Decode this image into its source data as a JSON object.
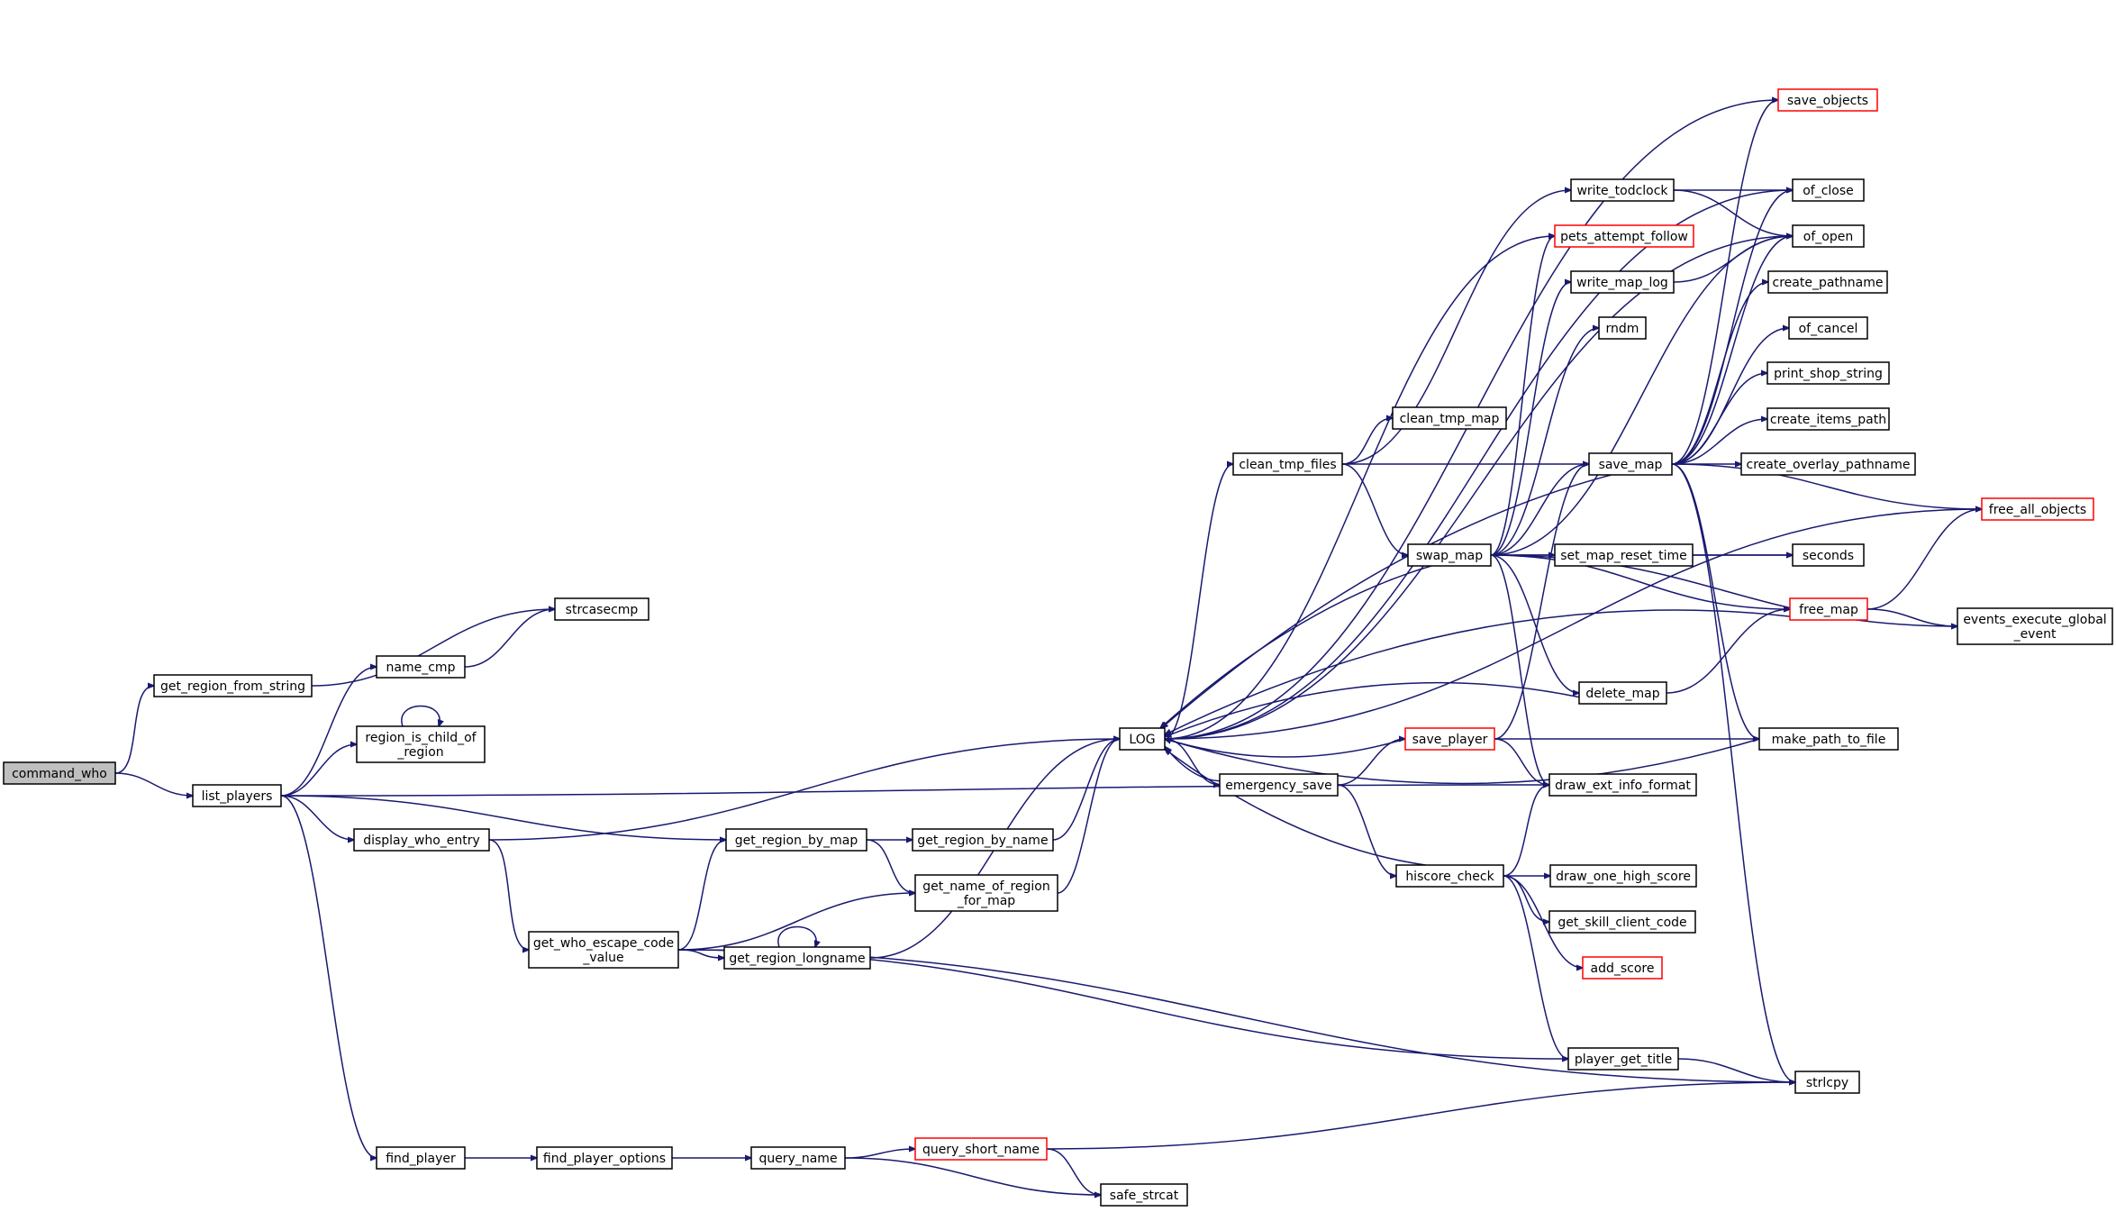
{
  "diagram": {
    "type": "call-graph",
    "colors": {
      "edge": "#191970",
      "node_border": "#000000",
      "truncated_border": "#ff0000",
      "current_fill": "#bfbfbf",
      "background": "#ffffff"
    },
    "nodes": [
      {
        "id": "command_who",
        "lines": [
          "command_who"
        ],
        "current": true
      },
      {
        "id": "get_region_from_string",
        "lines": [
          "get_region_from_string"
        ]
      },
      {
        "id": "strcasecmp",
        "lines": [
          "strcasecmp"
        ]
      },
      {
        "id": "list_players",
        "lines": [
          "list_players"
        ]
      },
      {
        "id": "name_cmp",
        "lines": [
          "name_cmp"
        ]
      },
      {
        "id": "region_is_child_of_region",
        "lines": [
          "region_is_child_of",
          "_region"
        ]
      },
      {
        "id": "display_who_entry",
        "lines": [
          "display_who_entry"
        ]
      },
      {
        "id": "get_who_escape_code_value",
        "lines": [
          "get_who_escape_code",
          "_value"
        ]
      },
      {
        "id": "find_player",
        "lines": [
          "find_player"
        ]
      },
      {
        "id": "find_player_options",
        "lines": [
          "find_player_options"
        ]
      },
      {
        "id": "query_name",
        "lines": [
          "query_name"
        ]
      },
      {
        "id": "query_short_name",
        "lines": [
          "query_short_name"
        ],
        "truncated": true
      },
      {
        "id": "safe_strcat",
        "lines": [
          "safe_strcat"
        ]
      },
      {
        "id": "get_region_by_map",
        "lines": [
          "get_region_by_map"
        ]
      },
      {
        "id": "get_region_by_name",
        "lines": [
          "get_region_by_name"
        ]
      },
      {
        "id": "get_name_of_region_for_map",
        "lines": [
          "get_name_of_region",
          "_for_map"
        ]
      },
      {
        "id": "get_region_longname",
        "lines": [
          "get_region_longname"
        ]
      },
      {
        "id": "LOG",
        "lines": [
          "LOG"
        ]
      },
      {
        "id": "emergency_save",
        "lines": [
          "emergency_save"
        ]
      },
      {
        "id": "clean_tmp_files",
        "lines": [
          "clean_tmp_files"
        ]
      },
      {
        "id": "clean_tmp_map",
        "lines": [
          "clean_tmp_map"
        ]
      },
      {
        "id": "swap_map",
        "lines": [
          "swap_map"
        ]
      },
      {
        "id": "hiscore_check",
        "lines": [
          "hiscore_check"
        ]
      },
      {
        "id": "save_player",
        "lines": [
          "save_player"
        ],
        "truncated": true
      },
      {
        "id": "save_objects",
        "lines": [
          "save_objects"
        ],
        "truncated": true
      },
      {
        "id": "write_todclock",
        "lines": [
          "write_todclock"
        ]
      },
      {
        "id": "pets_attempt_follow",
        "lines": [
          "pets_attempt_follow"
        ],
        "truncated": true
      },
      {
        "id": "write_map_log",
        "lines": [
          "write_map_log"
        ]
      },
      {
        "id": "rndm",
        "lines": [
          "rndm"
        ]
      },
      {
        "id": "save_map",
        "lines": [
          "save_map"
        ]
      },
      {
        "id": "set_map_reset_time",
        "lines": [
          "set_map_reset_time"
        ]
      },
      {
        "id": "delete_map",
        "lines": [
          "delete_map"
        ]
      },
      {
        "id": "draw_ext_info_format",
        "lines": [
          "draw_ext_info_format"
        ]
      },
      {
        "id": "draw_one_high_score",
        "lines": [
          "draw_one_high_score"
        ]
      },
      {
        "id": "get_skill_client_code",
        "lines": [
          "get_skill_client_code"
        ]
      },
      {
        "id": "add_score",
        "lines": [
          "add_score"
        ],
        "truncated": true
      },
      {
        "id": "player_get_title",
        "lines": [
          "player_get_title"
        ]
      },
      {
        "id": "of_close",
        "lines": [
          "of_close"
        ]
      },
      {
        "id": "of_open",
        "lines": [
          "of_open"
        ]
      },
      {
        "id": "create_pathname",
        "lines": [
          "create_pathname"
        ]
      },
      {
        "id": "of_cancel",
        "lines": [
          "of_cancel"
        ]
      },
      {
        "id": "print_shop_string",
        "lines": [
          "print_shop_string"
        ]
      },
      {
        "id": "create_items_path",
        "lines": [
          "create_items_path"
        ]
      },
      {
        "id": "create_overlay_pathname",
        "lines": [
          "create_overlay_pathname"
        ]
      },
      {
        "id": "free_all_objects",
        "lines": [
          "free_all_objects"
        ],
        "truncated": true
      },
      {
        "id": "seconds",
        "lines": [
          "seconds"
        ]
      },
      {
        "id": "events_execute_global_event",
        "lines": [
          "events_execute_global",
          "_event"
        ]
      },
      {
        "id": "free_map",
        "lines": [
          "free_map"
        ],
        "truncated": true
      },
      {
        "id": "make_path_to_file",
        "lines": [
          "make_path_to_file"
        ]
      },
      {
        "id": "strlcpy",
        "lines": [
          "strlcpy"
        ]
      }
    ],
    "edges": [
      [
        "command_who",
        "get_region_from_string"
      ],
      [
        "command_who",
        "list_players"
      ],
      [
        "get_region_from_string",
        "strcasecmp"
      ],
      [
        "list_players",
        "name_cmp"
      ],
      [
        "list_players",
        "region_is_child_of_region"
      ],
      [
        "list_players",
        "display_who_entry"
      ],
      [
        "list_players",
        "get_region_by_map"
      ],
      [
        "list_players",
        "find_player"
      ],
      [
        "list_players",
        "draw_ext_info_format"
      ],
      [
        "name_cmp",
        "strcasecmp"
      ],
      [
        "region_is_child_of_region",
        "region_is_child_of_region"
      ],
      [
        "display_who_entry",
        "LOG"
      ],
      [
        "display_who_entry",
        "get_who_escape_code_value"
      ],
      [
        "get_who_escape_code_value",
        "get_region_by_map"
      ],
      [
        "get_who_escape_code_value",
        "get_name_of_region_for_map"
      ],
      [
        "get_who_escape_code_value",
        "get_region_longname"
      ],
      [
        "get_who_escape_code_value",
        "player_get_title"
      ],
      [
        "get_who_escape_code_value",
        "strlcpy"
      ],
      [
        "find_player",
        "find_player_options"
      ],
      [
        "find_player_options",
        "query_name"
      ],
      [
        "query_name",
        "query_short_name"
      ],
      [
        "query_name",
        "safe_strcat"
      ],
      [
        "query_short_name",
        "safe_strcat"
      ],
      [
        "query_short_name",
        "strlcpy"
      ],
      [
        "get_region_by_map",
        "get_region_by_name"
      ],
      [
        "get_region_by_map",
        "get_name_of_region_for_map"
      ],
      [
        "get_region_by_name",
        "LOG"
      ],
      [
        "get_name_of_region_for_map",
        "LOG"
      ],
      [
        "get_region_longname",
        "get_region_longname"
      ],
      [
        "get_region_longname",
        "LOG"
      ],
      [
        "LOG",
        "clean_tmp_files"
      ],
      [
        "LOG",
        "emergency_save"
      ],
      [
        "LOG",
        "pets_attempt_follow"
      ],
      [
        "LOG",
        "save_objects"
      ],
      [
        "LOG",
        "of_close"
      ],
      [
        "LOG",
        "of_open"
      ],
      [
        "LOG",
        "free_all_objects"
      ],
      [
        "emergency_save",
        "LOG"
      ],
      [
        "emergency_save",
        "save_player"
      ],
      [
        "emergency_save",
        "hiscore_check"
      ],
      [
        "clean_tmp_files",
        "clean_tmp_map"
      ],
      [
        "clean_tmp_files",
        "save_map"
      ],
      [
        "clean_tmp_files",
        "swap_map"
      ],
      [
        "clean_tmp_files",
        "write_todclock"
      ],
      [
        "swap_map",
        "LOG"
      ],
      [
        "swap_map",
        "save_map"
      ],
      [
        "swap_map",
        "pets_attempt_follow"
      ],
      [
        "swap_map",
        "write_map_log"
      ],
      [
        "swap_map",
        "rndm"
      ],
      [
        "swap_map",
        "set_map_reset_time"
      ],
      [
        "swap_map",
        "seconds"
      ],
      [
        "swap_map",
        "events_execute_global_event"
      ],
      [
        "swap_map",
        "free_map"
      ],
      [
        "swap_map",
        "delete_map"
      ],
      [
        "swap_map",
        "draw_ext_info_format"
      ],
      [
        "swap_map",
        "of_open"
      ],
      [
        "hiscore_check",
        "LOG"
      ],
      [
        "hiscore_check",
        "draw_ext_info_format"
      ],
      [
        "hiscore_check",
        "draw_one_high_score"
      ],
      [
        "hiscore_check",
        "get_skill_client_code"
      ],
      [
        "hiscore_check",
        "add_score"
      ],
      [
        "hiscore_check",
        "player_get_title"
      ],
      [
        "save_player",
        "LOG"
      ],
      [
        "save_player",
        "draw_ext_info_format"
      ],
      [
        "save_player",
        "make_path_to_file"
      ],
      [
        "save_player",
        "save_map"
      ],
      [
        "write_todclock",
        "of_close"
      ],
      [
        "write_todclock",
        "of_open"
      ],
      [
        "write_map_log",
        "of_open"
      ],
      [
        "save_map",
        "save_objects"
      ],
      [
        "save_map",
        "of_close"
      ],
      [
        "save_map",
        "of_open"
      ],
      [
        "save_map",
        "create_pathname"
      ],
      [
        "save_map",
        "of_cancel"
      ],
      [
        "save_map",
        "print_shop_string"
      ],
      [
        "save_map",
        "create_items_path"
      ],
      [
        "save_map",
        "create_overlay_pathname"
      ],
      [
        "save_map",
        "free_all_objects"
      ],
      [
        "save_map",
        "LOG"
      ],
      [
        "save_map",
        "make_path_to_file"
      ],
      [
        "save_map",
        "strlcpy"
      ],
      [
        "set_map_reset_time",
        "seconds"
      ],
      [
        "delete_map",
        "LOG"
      ],
      [
        "delete_map",
        "free_map"
      ],
      [
        "free_map",
        "LOG"
      ],
      [
        "free_map",
        "events_execute_global_event"
      ],
      [
        "free_map",
        "free_all_objects"
      ],
      [
        "player_get_title",
        "strlcpy"
      ],
      [
        "make_path_to_file",
        "LOG"
      ]
    ]
  }
}
